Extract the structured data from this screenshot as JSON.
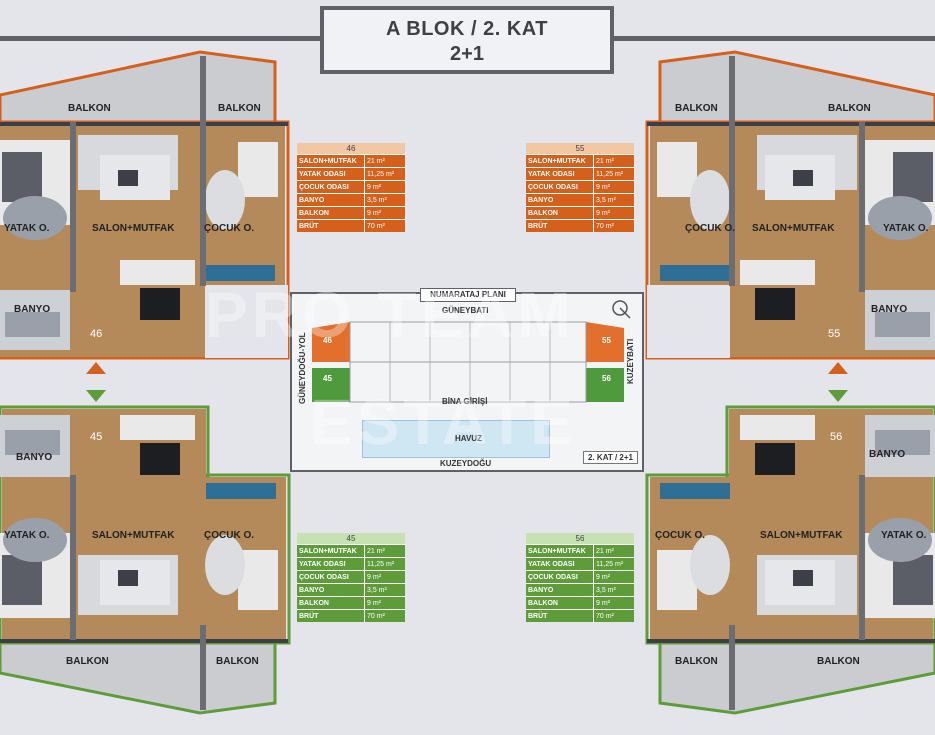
{
  "title": {
    "line1": "A BLOK / 2. KAT",
    "line2": "2+1"
  },
  "watermark": {
    "line1": "PRO TEAM",
    "line2": "ESTATE"
  },
  "units": [
    {
      "id": "46",
      "balkon_left": "BALKON",
      "balkon_right": "BALKON",
      "yatak": "YATAK O.",
      "salon": "SALON+MUTFAK",
      "cocuk": "ÇOCUK O.",
      "banyo": "BANYO",
      "number": "46"
    },
    {
      "id": "55",
      "balkon_left": "BALKON",
      "balkon_right": "BALKON",
      "yatak": "YATAK O.",
      "salon": "SALON+MUTFAK",
      "cocuk": "ÇOCUK O.",
      "banyo": "BANYO",
      "number": "55"
    },
    {
      "id": "45",
      "balkon_left": "BALKON",
      "balkon_right": "BALKON",
      "yatak": "YATAK O.",
      "salon": "SALON+MUTFAK",
      "cocuk": "ÇOCUK O.",
      "banyo": "BANYO",
      "number": "45"
    },
    {
      "id": "56",
      "balkon_left": "BALKON",
      "balkon_right": "BALKON",
      "yatak": "YATAK O.",
      "salon": "SALON+MUTFAK",
      "cocuk": "ÇOCUK O.",
      "banyo": "BANYO",
      "number": "56"
    }
  ],
  "specs": {
    "s46": {
      "header": "46",
      "rows": [
        {
          "k": "SALON+MUTFAK",
          "v": "21 m²"
        },
        {
          "k": "YATAK ODASI",
          "v": "11,25 m²"
        },
        {
          "k": "ÇOCUK ODASI",
          "v": "9 m²"
        },
        {
          "k": "BANYO",
          "v": "3,5 m²"
        },
        {
          "k": "BALKON",
          "v": "9 m²"
        },
        {
          "k": "BRÜT",
          "v": "70 m²"
        }
      ]
    },
    "s55": {
      "header": "55",
      "rows": [
        {
          "k": "SALON+MUTFAK",
          "v": "21 m²"
        },
        {
          "k": "YATAK ODASI",
          "v": "11,25 m²"
        },
        {
          "k": "ÇOCUK ODASI",
          "v": "9 m²"
        },
        {
          "k": "BANYO",
          "v": "3,5 m²"
        },
        {
          "k": "BALKON",
          "v": "9 m²"
        },
        {
          "k": "BRÜT",
          "v": "70 m²"
        }
      ]
    },
    "s45": {
      "header": "45",
      "rows": [
        {
          "k": "SALON+MUTFAK",
          "v": "21 m²"
        },
        {
          "k": "YATAK ODASI",
          "v": "11,25 m²"
        },
        {
          "k": "ÇOCUK ODASI",
          "v": "9 m²"
        },
        {
          "k": "BANYO",
          "v": "3,5 m²"
        },
        {
          "k": "BALKON",
          "v": "9 m²"
        },
        {
          "k": "BRÜT",
          "v": "70 m²"
        }
      ]
    },
    "s56": {
      "header": "56",
      "rows": [
        {
          "k": "SALON+MUTFAK",
          "v": "21 m²"
        },
        {
          "k": "YATAK ODASI",
          "v": "11,25 m²"
        },
        {
          "k": "ÇOCUK ODASI",
          "v": "9 m²"
        },
        {
          "k": "BANYO",
          "v": "3,5 m²"
        },
        {
          "k": "BALKON",
          "v": "9 m²"
        },
        {
          "k": "BRÜT",
          "v": "70 m²"
        }
      ]
    }
  },
  "plan": {
    "header": "NUMARATAJ PLANI",
    "north": "GÜNEYBATI",
    "south": "KUZEYDOĞU",
    "west": "GÜNEYDOĞU-YOL",
    "east": "KUZEYBATI",
    "entrance": "BİNA GİRİŞİ",
    "pool": "HAVUZ",
    "badge": "2. KAT / 2+1",
    "u46": "46",
    "u55": "55",
    "u45": "45",
    "u56": "56"
  },
  "colors": {
    "orange": "#d4601c",
    "green": "#5e9c3a",
    "frame": "#5f6068",
    "background": "#e4e5ea"
  }
}
